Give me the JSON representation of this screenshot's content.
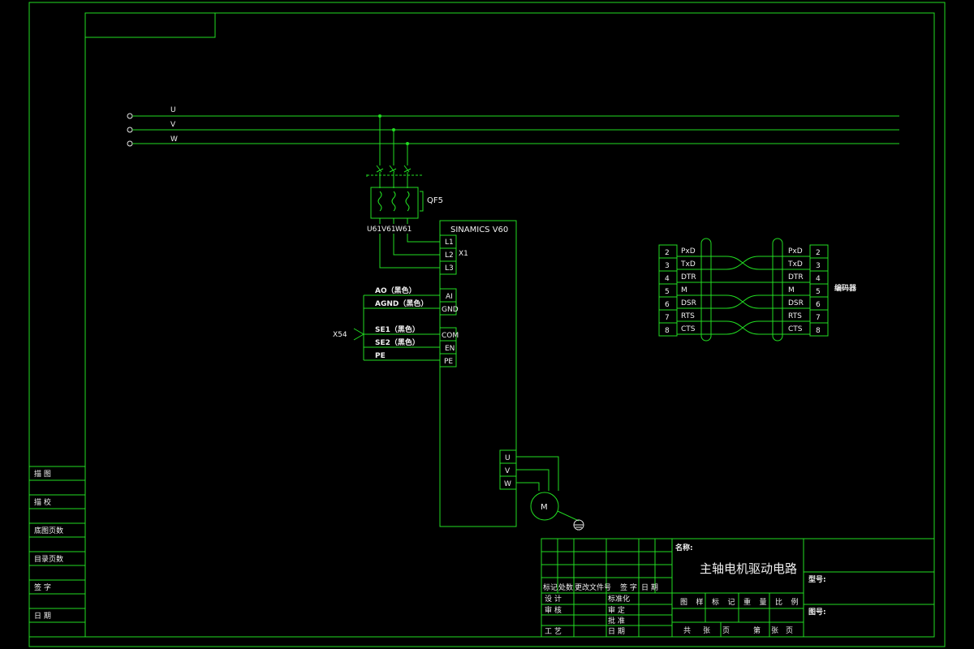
{
  "bus": {
    "labels": [
      "U",
      "V",
      "W"
    ]
  },
  "breaker": {
    "label": "QF5",
    "outputs": [
      "U61",
      "V61",
      "W61"
    ]
  },
  "drive": {
    "title": "SINAMICS V60",
    "x1": "X1",
    "power_terminals": [
      "L1",
      "L2",
      "L3"
    ],
    "io_terminals": [
      "AI",
      "GND",
      "COM",
      "EN",
      "PE"
    ],
    "motor_terminals": [
      "U",
      "V",
      "W"
    ]
  },
  "x54": {
    "label": "X54",
    "wires": [
      "AO（黑色）",
      "AGND（黑色）",
      "SE1（黑色）",
      "SE2（黑色）",
      "PE"
    ]
  },
  "motor": {
    "label": "M"
  },
  "encoder": {
    "label": "编码器",
    "left_pins": [
      "2",
      "3",
      "4",
      "5",
      "6",
      "7",
      "8"
    ],
    "right_pins": [
      "2",
      "3",
      "4",
      "5",
      "6",
      "7",
      "8"
    ],
    "signals": [
      "PxD",
      "TxD",
      "DTR",
      "M",
      "DSR",
      "RTS",
      "CTS"
    ]
  },
  "left_strip": [
    "描 图",
    "描 校",
    "底图页数",
    "目录页数",
    "签 字",
    "日 期"
  ],
  "title_block": {
    "name_label": "名称:",
    "drawing_title": "主轴电机驱动电路",
    "number_label": "型号:",
    "figure_label": "图号:",
    "header_row": [
      "标记",
      "处数",
      "更改文件号",
      "签 字",
      "日 期"
    ],
    "sign_rows": [
      [
        "设 计",
        "标准化"
      ],
      [
        "审 核",
        "审 定"
      ],
      [
        "",
        "批 准"
      ],
      [
        "工 艺",
        "日 期"
      ]
    ],
    "stage_row": [
      "图",
      "样",
      "标",
      "记",
      "重",
      "量",
      "比",
      "例"
    ],
    "sheet_row": [
      "共",
      "张",
      "页",
      "第",
      "张",
      "页"
    ]
  },
  "colors": {
    "line": "#22dd22",
    "text": "#f0f0f0",
    "background": "#000000"
  }
}
